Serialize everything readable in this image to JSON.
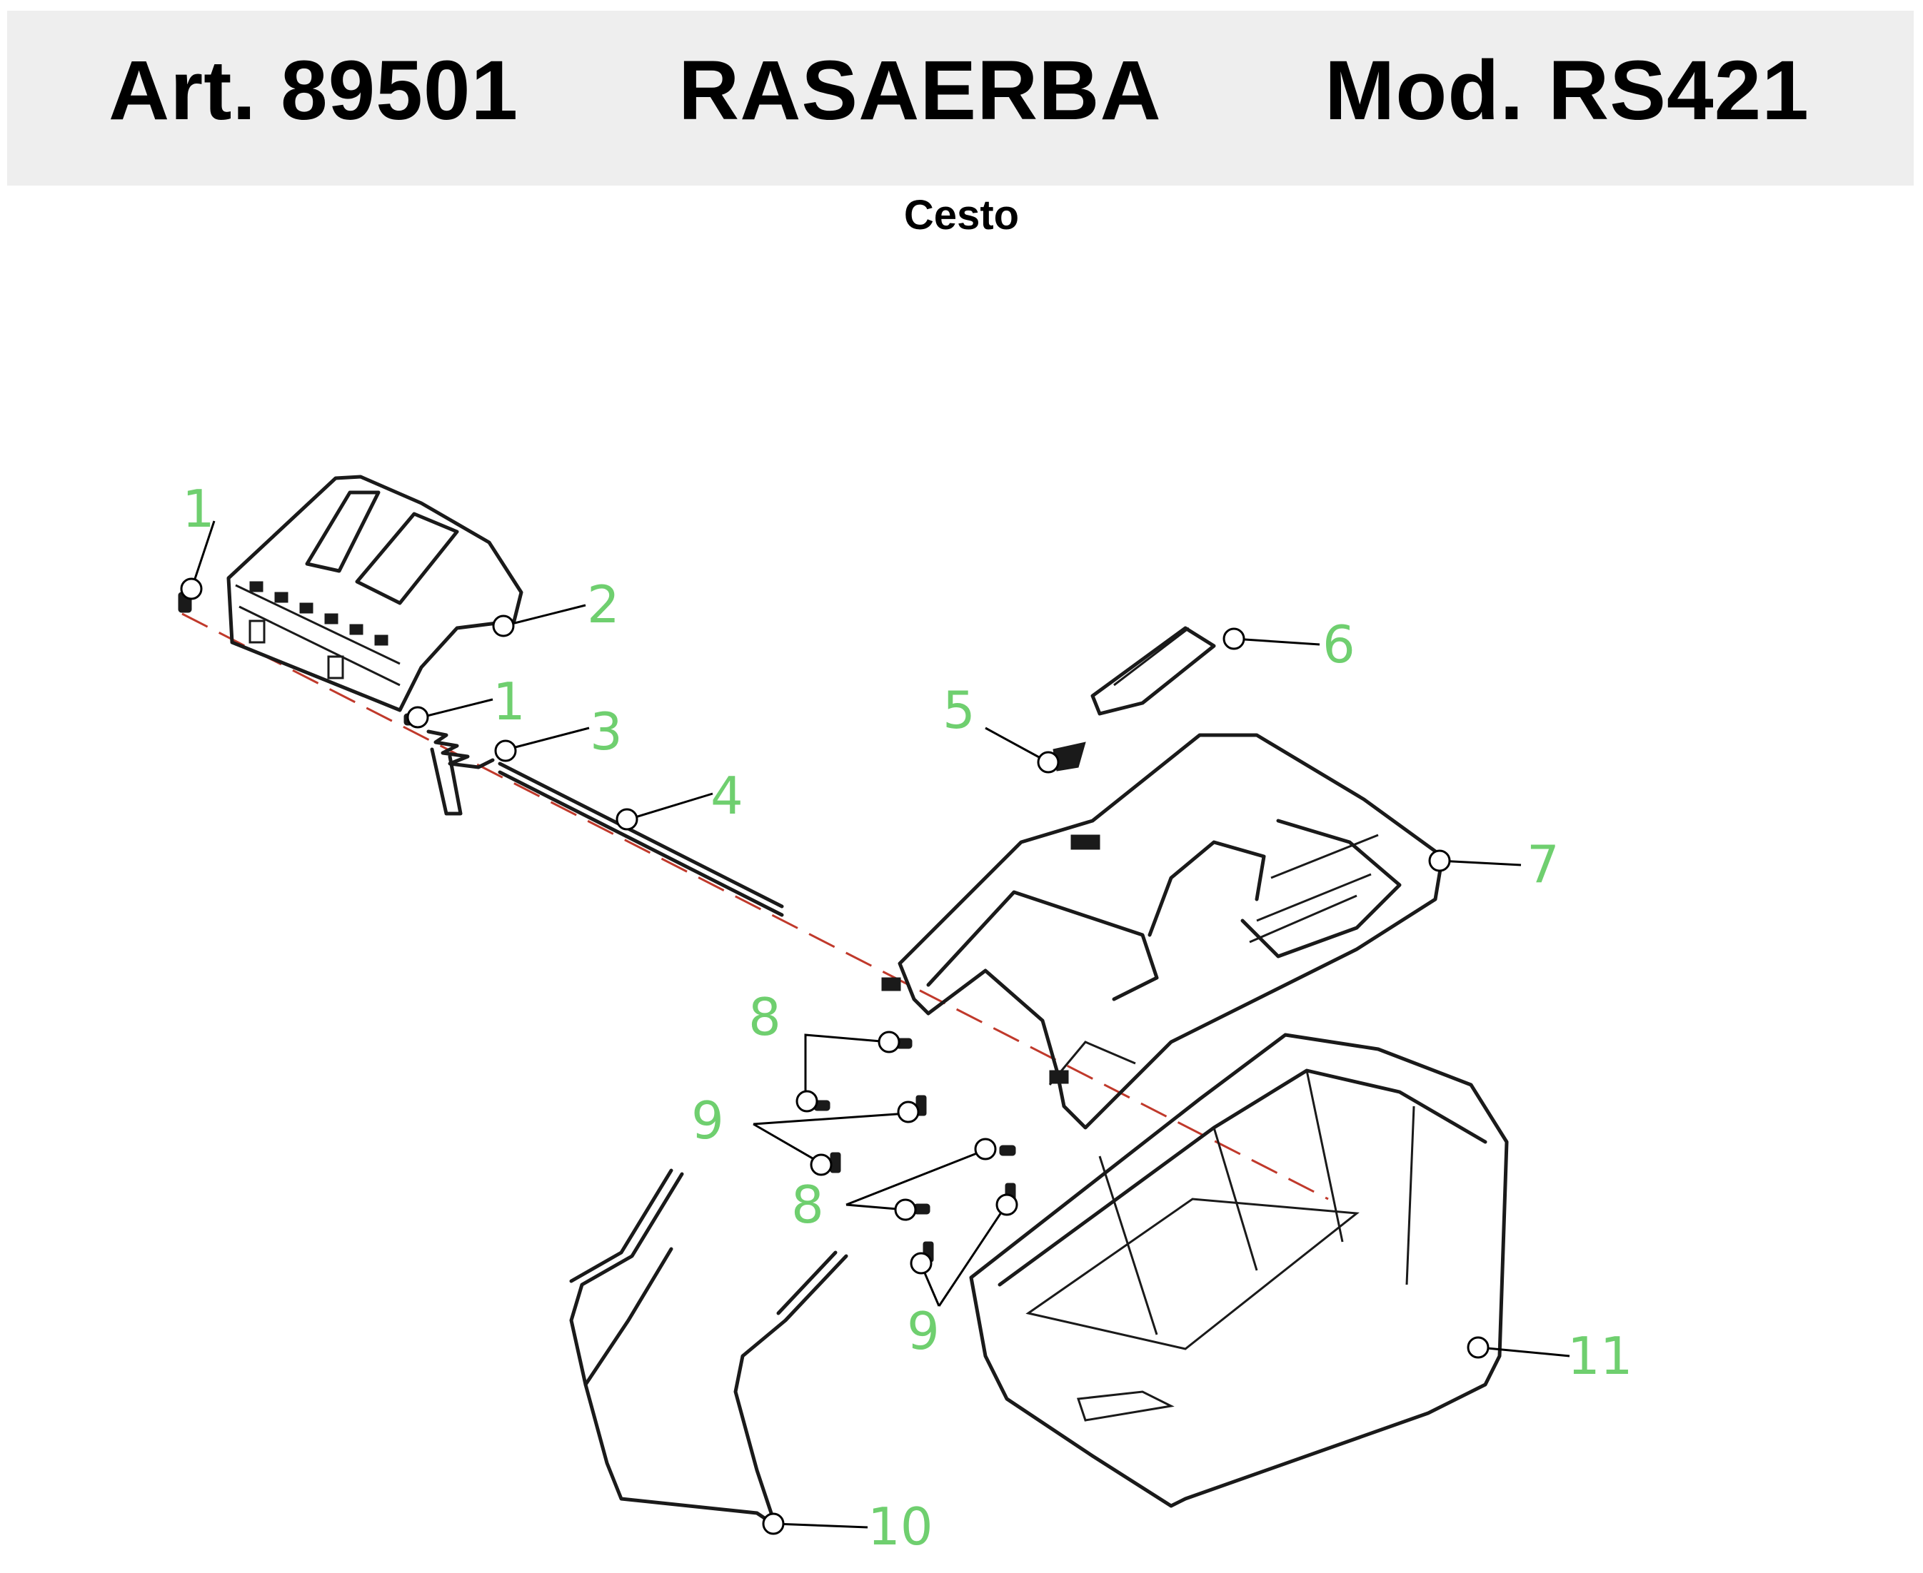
{
  "header": {
    "article": "Art. 89501",
    "product": "RASAERBA",
    "model": "Mod. RS421"
  },
  "subtitle": "Cesto",
  "callouts": {
    "c1a": "1",
    "c1b": "1",
    "c2": "2",
    "c3": "3",
    "c4": "4",
    "c5": "5",
    "c6": "6",
    "c7": "7",
    "c8a": "8",
    "c8b": "8",
    "c9a": "9",
    "c9b": "9",
    "c10": "10",
    "c11": "11"
  },
  "colors": {
    "header_bg": "#eeeeee",
    "callout_text": "#6fcf6f",
    "axis_line": "#c0392b"
  }
}
